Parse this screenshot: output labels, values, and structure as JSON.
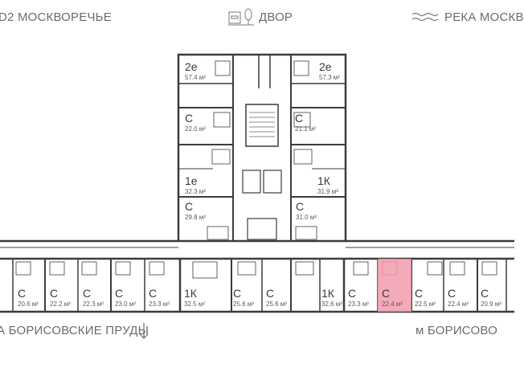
{
  "header": {
    "left_label": "D2 МОСКВОРЕЧЬЕ",
    "center_label": "ДВОР",
    "right_label": "РЕКА МОСКВ"
  },
  "footer": {
    "left_label": "А БОРИСОВСКИЕ ПРУДЫ",
    "right_label": "м БОРИСОВО"
  },
  "icons": {
    "courtyard": "park-bench-tree-icon",
    "river": "river-waves-icon",
    "arrow": "arrow-down-icon"
  },
  "colors": {
    "selected": "#f29bab",
    "walls": "#3c3c3c"
  },
  "units": [
    {
      "type": "2е",
      "area": "57.4 м²"
    },
    {
      "type": "2е",
      "area": "57.3 м²"
    },
    {
      "type": "С",
      "area": "22.0 м²"
    },
    {
      "type": "С",
      "area": "21.1 м²"
    },
    {
      "type": "1е",
      "area": "32.3 м²"
    },
    {
      "type": "1К",
      "area": "31.9 м²"
    },
    {
      "type": "С",
      "area": "29.8 м²"
    },
    {
      "type": "С",
      "area": "31.0 м²"
    },
    {
      "type": "С",
      "area": "20.6 м²"
    },
    {
      "type": "С",
      "area": "22.2 м²"
    },
    {
      "type": "С",
      "area": "22.3 м²"
    },
    {
      "type": "С",
      "area": "23.0 м²"
    },
    {
      "type": "С",
      "area": "23.3 м²"
    },
    {
      "type": "1К",
      "area": "32.5 м²"
    },
    {
      "type": "С",
      "area": "25.6 м²"
    },
    {
      "type": "С",
      "area": "25.6 м²"
    },
    {
      "type": "1К",
      "area": "32.6 м²"
    },
    {
      "type": "С",
      "area": "23.3 м²"
    },
    {
      "type": "С",
      "area": "22.4 м²",
      "selected": true
    },
    {
      "type": "С",
      "area": "22.5 м²"
    },
    {
      "type": "С",
      "area": "22.4 м²"
    },
    {
      "type": "С",
      "area": "20.9 м²"
    }
  ]
}
